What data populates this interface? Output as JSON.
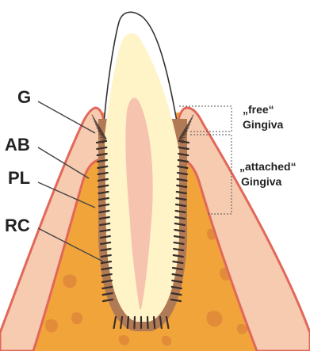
{
  "labels": {
    "g": "G",
    "ab": "AB",
    "pl": "PL",
    "rc": "RC",
    "free_line1": "„free“",
    "free_line2": "Gingiva",
    "attached_line1": "„attached“",
    "attached_line2": "Gingiva"
  },
  "colors": {
    "bone": "#F0A43A",
    "bone_spots": "#E0883A",
    "gingiva": "#F6CBB0",
    "gingiva_edge": "#E2675A",
    "enamel": "#FFFFFF",
    "dentin": "#FFF3C8",
    "pulp": "#F6C3AE",
    "ligament_fibers": "#3A2E2A",
    "line": "#444444"
  }
}
